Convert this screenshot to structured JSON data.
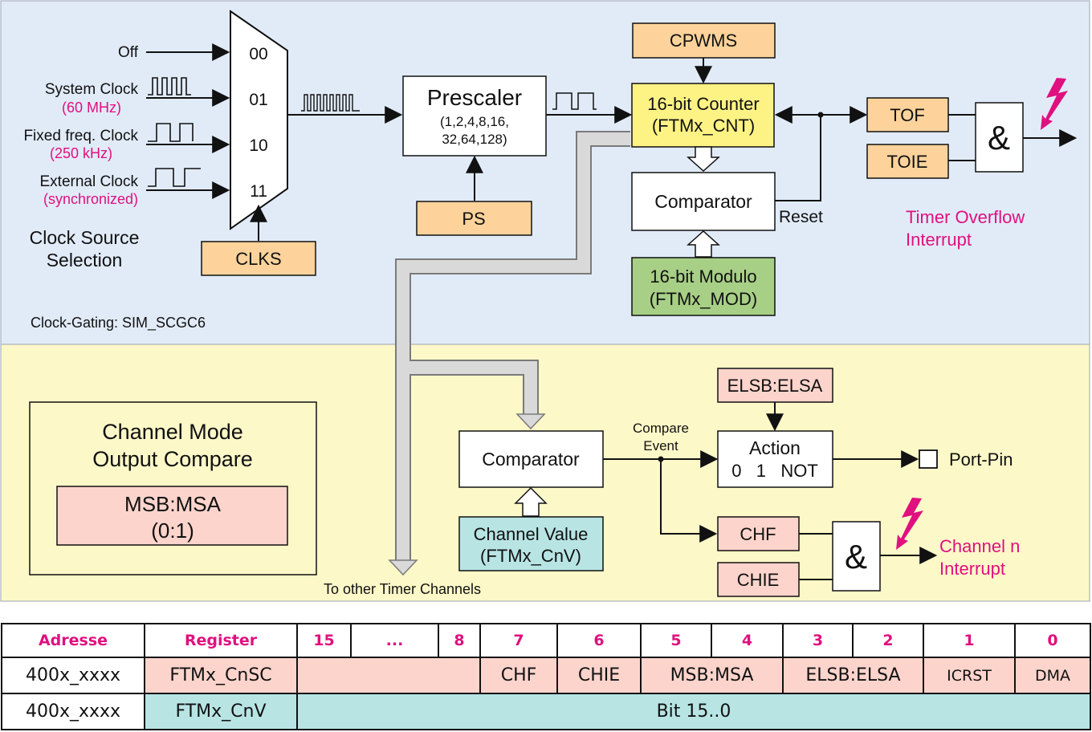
{
  "colors": {
    "upper_bg": "#e1ebf8",
    "lower_bg": "#fcf8c8",
    "orange": "#fdd39b",
    "yellow": "#fdf284",
    "green": "#a7cf85",
    "pink": "#fcd4cc",
    "cyan": "#b8e4e4",
    "magenta": "#e0107f"
  },
  "clock_inputs": {
    "off": "Off",
    "system": "System Clock",
    "system_freq": "(60 MHz)",
    "fixed": "Fixed freq. Clock",
    "fixed_freq": "(250 kHz)",
    "external": "External Clock",
    "external_note": "(synchronized)"
  },
  "mux": {
    "in0": "00",
    "in1": "01",
    "in2": "10",
    "in3": "11"
  },
  "clock_source_label": {
    "line1": "Clock Source",
    "line2": "Selection"
  },
  "clock_gating": "Clock-Gating: SIM_SCGC6",
  "clks": "CLKS",
  "prescaler": {
    "title": "Prescaler",
    "line1": "(1,2,4,8,16,",
    "line2": "32,64,128)"
  },
  "ps": "PS",
  "cpwms": "CPWMS",
  "counter": {
    "line1": "16-bit Counter",
    "line2": "(FTMx_CNT)"
  },
  "comparator_top": "Comparator",
  "reset": "Reset",
  "modulo": {
    "line1": "16-bit Modulo",
    "line2": "(FTMx_MOD)"
  },
  "tof": "TOF",
  "toie": "TOIE",
  "and_symbol": "&",
  "timer_overflow": {
    "line1": "Timer Overflow",
    "line2": "Interrupt"
  },
  "channel_mode": {
    "line1": "Channel Mode",
    "line2": "Output Compare",
    "msb": "MSB:MSA",
    "msb_val": "(0:1)"
  },
  "comparator_bottom": "Comparator",
  "channel_value": {
    "line1": "Channel Value",
    "line2": "(FTMx_CnV)"
  },
  "compare_event": {
    "line1": "Compare",
    "line2": "Event"
  },
  "elsb": "ELSB:ELSA",
  "action": {
    "title": "Action",
    "options": "0   1   NOT"
  },
  "port_pin": "Port-Pin",
  "chf": "CHF",
  "chie": "CHIE",
  "channel_interrupt": {
    "line1": "Channel n",
    "line2": "Interrupt"
  },
  "to_other": "To other Timer Channels",
  "register_table": {
    "headers": [
      "Adresse",
      "Register",
      "15",
      "...",
      "8",
      "7",
      "6",
      "5",
      "4",
      "3",
      "2",
      "1",
      "0"
    ],
    "row1": {
      "address": "400x_xxxx",
      "register": "FTMx_CnSC",
      "chf": "CHF",
      "chie": "CHIE",
      "msb": "MSB:MSA",
      "elsb": "ELSB:ELSA",
      "icrst": "ICRST",
      "dma": "DMA"
    },
    "row2": {
      "address": "400x_xxxx",
      "register": "FTMx_CnV",
      "bits": "Bit 15..0"
    }
  }
}
